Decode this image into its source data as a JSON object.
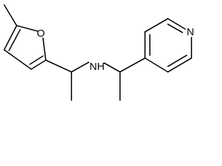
{
  "atoms": {
    "furan_oxygen": "O",
    "amine": "NH",
    "pyridine_nitrogen": "N"
  },
  "colors": {
    "bond": "#000000",
    "label": "#000000",
    "background": "#ffffff"
  }
}
